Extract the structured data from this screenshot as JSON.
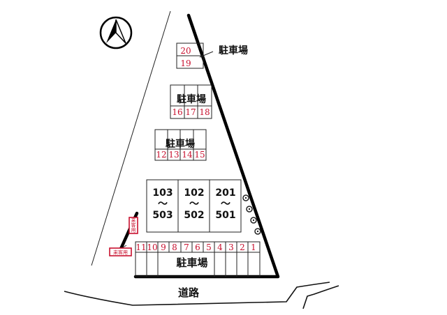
{
  "parking_label": "駐車場",
  "road_label": "道路",
  "guest_label": "来客用",
  "tilde": "〜",
  "compass_icon": "north-arrow-icon",
  "label_color": "#c8102e",
  "units": [
    {
      "top": "103",
      "bottom": "503"
    },
    {
      "top": "102",
      "bottom": "502"
    },
    {
      "top": "201",
      "bottom": "501"
    }
  ],
  "spaces": {
    "top_pair": [
      "20",
      "19"
    ],
    "upper": [
      "16",
      "17",
      "18"
    ],
    "middle": [
      "12",
      "13",
      "14",
      "15"
    ],
    "bottom": [
      "11",
      "10",
      "9",
      "8",
      "7",
      "6",
      "5",
      "4",
      "3",
      "2",
      "1"
    ]
  }
}
